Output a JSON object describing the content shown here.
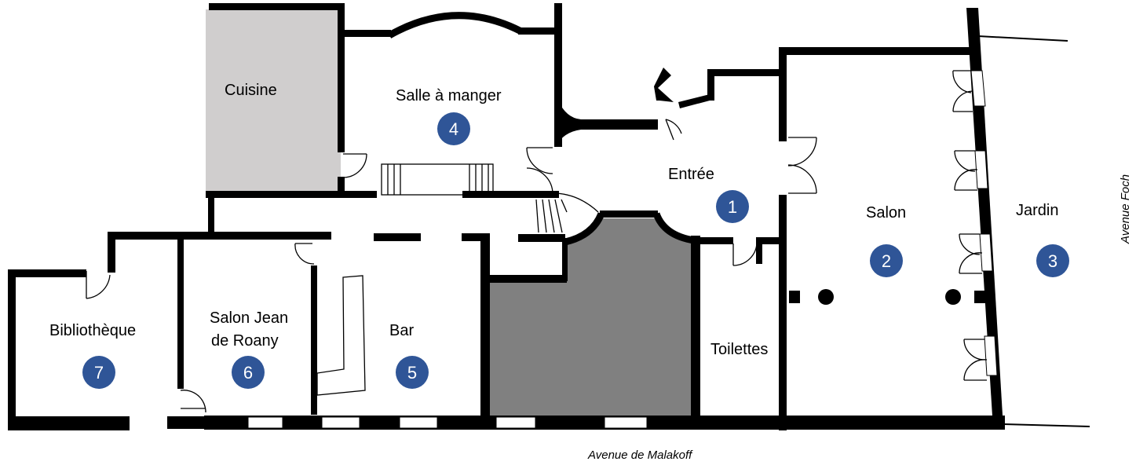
{
  "colors": {
    "badge": "#2f5597",
    "kitchen": "#d0cece",
    "closed_room": "#808080",
    "wall": "#000000"
  },
  "rooms": {
    "cuisine": "Cuisine",
    "salle_a_manger": "Salle à manger",
    "entree": "Entrée",
    "salon": "Salon",
    "jardin": "Jardin",
    "bibliotheque": "Bibliothèque",
    "salon_jean_line1": "Salon Jean",
    "salon_jean_line2": "de Roany",
    "bar": "Bar",
    "toilettes": "Toilettes"
  },
  "badges": {
    "entree": "1",
    "salon": "2",
    "jardin": "3",
    "salle_a_manger": "4",
    "bar": "5",
    "salon_jean": "6",
    "bibliotheque": "7"
  },
  "streets": {
    "south": "Avenue de Malakoff",
    "east": "Avenue Foch"
  },
  "icons": {
    "entrance": "entrance-arrow-icon"
  }
}
